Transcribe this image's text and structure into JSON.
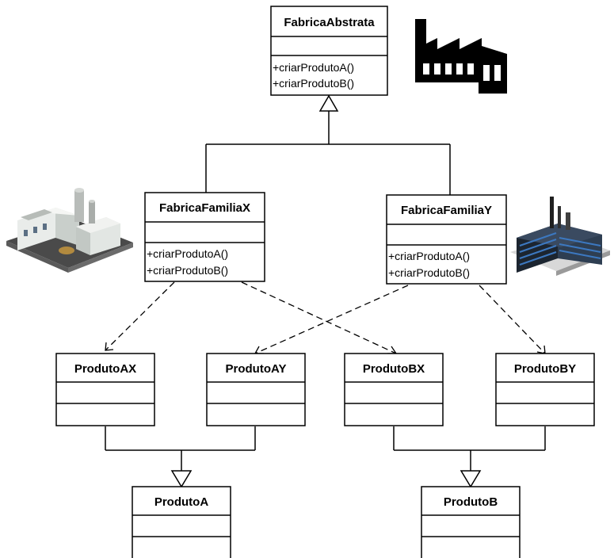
{
  "classes": {
    "fabrica_abstrata": {
      "name": "FabricaAbstrata",
      "ops": [
        "+criarProdutoA()",
        "+criarProdutoB()"
      ]
    },
    "fabrica_familia_x": {
      "name": "FabricaFamiliaX",
      "ops": [
        "+criarProdutoA()",
        "+criarProdutoB()"
      ]
    },
    "fabrica_familia_y": {
      "name": "FabricaFamiliaY",
      "ops": [
        "+criarProdutoA()",
        "+criarProdutoB()"
      ]
    },
    "produto_ax": {
      "name": "ProdutoAX",
      "ops": []
    },
    "produto_ay": {
      "name": "ProdutoAY",
      "ops": []
    },
    "produto_bx": {
      "name": "ProdutoBX",
      "ops": []
    },
    "produto_by": {
      "name": "ProdutoBY",
      "ops": []
    },
    "produto_a": {
      "name": "ProdutoA",
      "ops": []
    },
    "produto_b": {
      "name": "ProdutoB",
      "ops": []
    }
  },
  "icons": {
    "abstract_factory": "factory-silhouette-icon",
    "factory_x": "factory-building-x-icon",
    "factory_y": "factory-building-y-icon"
  },
  "relations": {
    "generalization": [
      "FabricaFamiliaX->FabricaAbstrata",
      "FabricaFamiliaY->FabricaAbstrata",
      "ProdutoAX->ProdutoA",
      "ProdutoAY->ProdutoA",
      "ProdutoBX->ProdutoB",
      "ProdutoBY->ProdutoB"
    ],
    "dependency": [
      "FabricaFamiliaX->ProdutoAX",
      "FabricaFamiliaX->ProdutoBX",
      "FabricaFamiliaY->ProdutoAY",
      "FabricaFamiliaY->ProdutoBY"
    ]
  }
}
